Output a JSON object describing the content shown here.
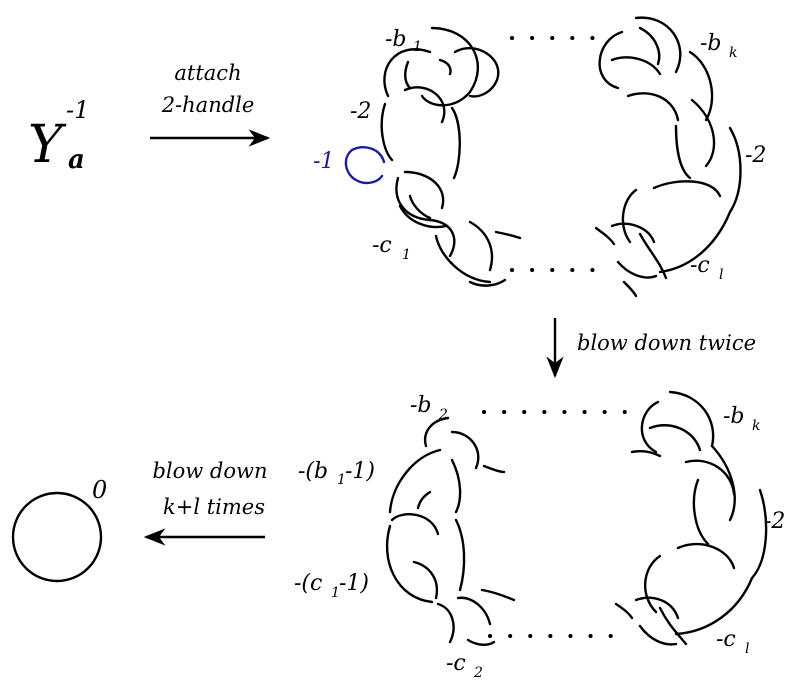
{
  "start": {
    "Y": "Y",
    "sub": "a",
    "sup": "-1"
  },
  "arrow1": {
    "line1": "attach",
    "line2": "2-handle"
  },
  "link1": {
    "label_b1": "-b",
    "label_b1_sub": "1",
    "label_bk": "-b",
    "label_bk_sub": "k",
    "label_m2_left": "-2",
    "label_m2_right": "-2",
    "label_m1": "-1",
    "label_c1": "-c",
    "label_c1_sub": "1",
    "label_cl": "-c",
    "label_cl_sub": "l"
  },
  "arrow2": {
    "text": "blow down twice"
  },
  "link2": {
    "label_b2": "-b",
    "label_b2_sub": "2",
    "label_bk": "-b",
    "label_bk_sub": "k",
    "label_b1m_pre": "-(b",
    "label_b1m_sub": "1",
    "label_b1m_post": "-1)",
    "label_c1m_pre": "-(c",
    "label_c1m_sub": "1",
    "label_c1m_post": "-1)",
    "label_m2": "-2",
    "label_c2": "-c",
    "label_c2_sub": "2",
    "label_cl": "-c",
    "label_cl_sub": "l"
  },
  "arrow3": {
    "line1": "blow down",
    "line2": "k+l times"
  },
  "result": {
    "framing": "0"
  },
  "colors": {
    "ink": "#000000",
    "meridian": "#1c1ca0"
  }
}
